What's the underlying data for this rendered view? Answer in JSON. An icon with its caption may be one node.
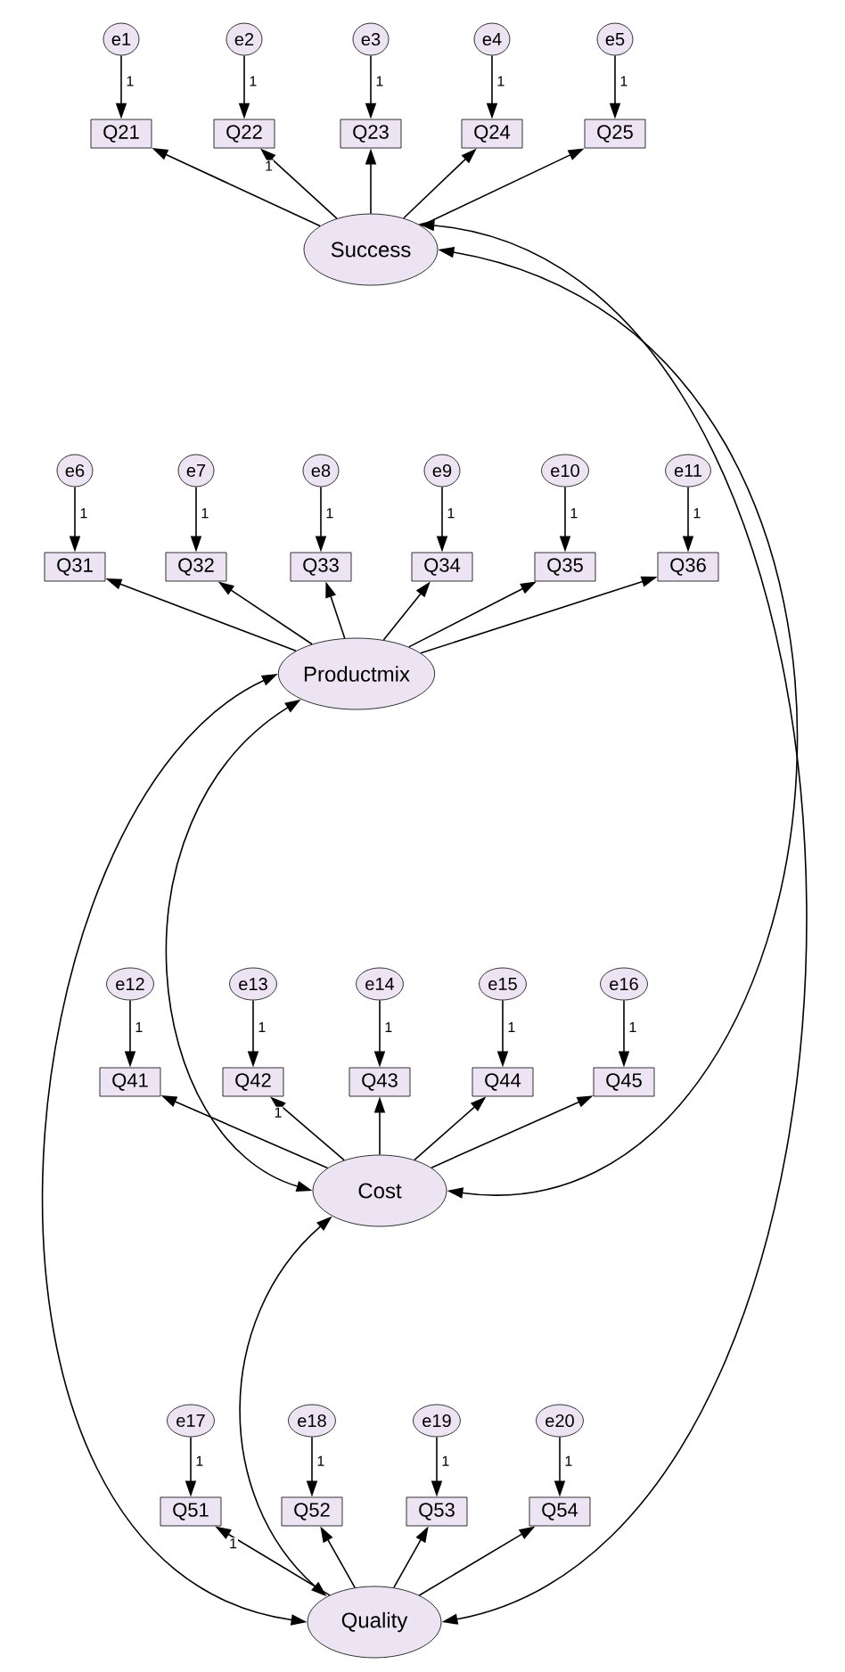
{
  "diagram": {
    "nodes": [
      {
        "text": [
          "e1"
        ]
      },
      {
        "text": [
          "e2"
        ]
      },
      {
        "text": [
          "e3"
        ]
      },
      {
        "text": [
          "e4"
        ]
      },
      {
        "text": [
          "e5"
        ]
      },
      {
        "text": [
          "Q21"
        ]
      },
      {
        "text": [
          "Q22"
        ]
      },
      {
        "text": [
          "Q23"
        ]
      },
      {
        "text": [
          "Q24"
        ]
      },
      {
        "text": [
          "Q25"
        ]
      },
      {
        "text": [
          "Success"
        ]
      },
      {
        "text": [
          "e6"
        ]
      },
      {
        "text": [
          "e7"
        ]
      },
      {
        "text": [
          "e8"
        ]
      },
      {
        "text": [
          "e9"
        ]
      },
      {
        "text": [
          "e10"
        ]
      },
      {
        "text": [
          "e11"
        ]
      },
      {
        "text": [
          "Q31"
        ]
      },
      {
        "text": [
          "Q32"
        ]
      },
      {
        "text": [
          "Q33"
        ]
      },
      {
        "text": [
          "Q34"
        ]
      },
      {
        "text": [
          "Q35"
        ]
      },
      {
        "text": [
          "Q36"
        ]
      },
      {
        "text": [
          "Productmix"
        ]
      },
      {
        "text": [
          "e12"
        ]
      },
      {
        "text": [
          "e13"
        ]
      },
      {
        "text": [
          "e14"
        ]
      },
      {
        "text": [
          "e15"
        ]
      },
      {
        "text": [
          "e16"
        ]
      },
      {
        "text": [
          "Q41"
        ]
      },
      {
        "text": [
          "Q42"
        ]
      },
      {
        "text": [
          "Q43"
        ]
      },
      {
        "text": [
          "Q44"
        ]
      },
      {
        "text": [
          "Q45"
        ]
      },
      {
        "text": [
          "Cost"
        ]
      },
      {
        "text": [
          "e17"
        ]
      },
      {
        "text": [
          "e18"
        ]
      },
      {
        "text": [
          "e19"
        ]
      },
      {
        "text": [
          "e20"
        ]
      },
      {
        "text": [
          "Q51"
        ]
      },
      {
        "text": [
          "Q52"
        ]
      },
      {
        "text": [
          "Q53"
        ]
      },
      {
        "text": [
          "Q54"
        ]
      },
      {
        "text": [
          "Quality"
        ]
      }
    ],
    "edges": [
      {
        "from": 0,
        "to": 5,
        "arrow": "to",
        "label": "1"
      },
      {
        "from": 1,
        "to": 6,
        "arrow": "to",
        "label": "1"
      },
      {
        "from": 2,
        "to": 7,
        "arrow": "to",
        "label": "1"
      },
      {
        "from": 3,
        "to": 8,
        "arrow": "to",
        "label": "1"
      },
      {
        "from": 4,
        "to": 9,
        "arrow": "to",
        "label": "1"
      },
      {
        "from": 10,
        "to": 5,
        "arrow": "to"
      },
      {
        "from": 10,
        "to": 6,
        "arrow": "to",
        "label": "1"
      },
      {
        "from": 10,
        "to": 7,
        "arrow": "to"
      },
      {
        "from": 10,
        "to": 8,
        "arrow": "to"
      },
      {
        "from": 10,
        "to": 9,
        "arrow": "to"
      },
      {
        "from": 11,
        "to": 17,
        "arrow": "to",
        "label": "1"
      },
      {
        "from": 12,
        "to": 18,
        "arrow": "to",
        "label": "1"
      },
      {
        "from": 13,
        "to": 19,
        "arrow": "to",
        "label": "1"
      },
      {
        "from": 14,
        "to": 20,
        "arrow": "to",
        "label": "1"
      },
      {
        "from": 15,
        "to": 21,
        "arrow": "to",
        "label": "1"
      },
      {
        "from": 16,
        "to": 22,
        "arrow": "to",
        "label": "1"
      },
      {
        "from": 23,
        "to": 17,
        "arrow": "to"
      },
      {
        "from": 23,
        "to": 18,
        "arrow": "to"
      },
      {
        "from": 23,
        "to": 19,
        "arrow": "to"
      },
      {
        "from": 23,
        "to": 20,
        "arrow": "to"
      },
      {
        "from": 23,
        "to": 21,
        "arrow": "to"
      },
      {
        "from": 23,
        "to": 22,
        "arrow": "to"
      },
      {
        "from": 24,
        "to": 29,
        "arrow": "to",
        "label": "1"
      },
      {
        "from": 25,
        "to": 30,
        "arrow": "to",
        "label": "1"
      },
      {
        "from": 26,
        "to": 31,
        "arrow": "to",
        "label": "1"
      },
      {
        "from": 27,
        "to": 32,
        "arrow": "to",
        "label": "1"
      },
      {
        "from": 28,
        "to": 33,
        "arrow": "to",
        "label": "1"
      },
      {
        "from": 34,
        "to": 29,
        "arrow": "to"
      },
      {
        "from": 34,
        "to": 30,
        "arrow": "to",
        "label": "1"
      },
      {
        "from": 34,
        "to": 31,
        "arrow": "to"
      },
      {
        "from": 34,
        "to": 32,
        "arrow": "to"
      },
      {
        "from": 34,
        "to": 33,
        "arrow": "to"
      },
      {
        "from": 35,
        "to": 39,
        "arrow": "to",
        "label": "1"
      },
      {
        "from": 36,
        "to": 40,
        "arrow": "to",
        "label": "1"
      },
      {
        "from": 37,
        "to": 41,
        "arrow": "to",
        "label": "1"
      },
      {
        "from": 38,
        "to": 42,
        "arrow": "to",
        "label": "1"
      },
      {
        "from": 43,
        "to": 39,
        "arrow": "to",
        "label": "1"
      },
      {
        "from": 43,
        "to": 40,
        "arrow": "to"
      },
      {
        "from": 43,
        "to": 41,
        "arrow": "to"
      },
      {
        "from": 43,
        "to": 42,
        "arrow": "to"
      },
      {
        "from": 10,
        "to": 43,
        "arrow": "both"
      },
      {
        "from": 10,
        "to": 34,
        "arrow": "both"
      },
      {
        "from": 23,
        "to": 34,
        "arrow": "both"
      },
      {
        "from": 23,
        "to": 43,
        "arrow": "both"
      },
      {
        "from": 34,
        "to": 43,
        "arrow": "both"
      }
    ]
  }
}
